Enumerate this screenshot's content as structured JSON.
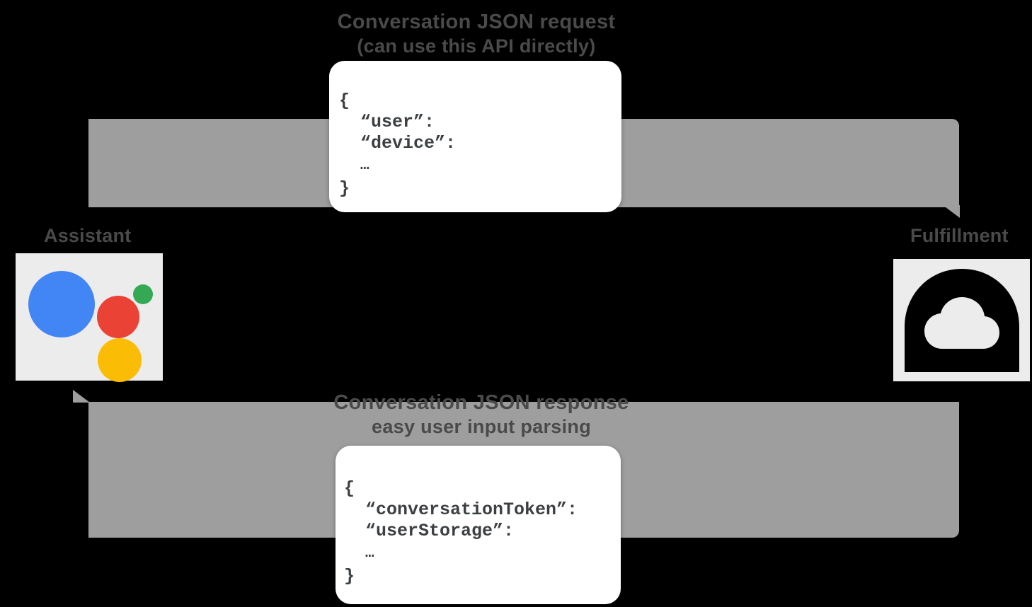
{
  "diagram": {
    "title_visible": false,
    "background_color": "#000000",
    "band_color": "#9e9e9e",
    "text_color": "#4a4a4a"
  },
  "endpoints": {
    "assistant": {
      "label": "Assistant",
      "icon": "google-assistant-icon",
      "tile_color": "#ececec",
      "dots": [
        {
          "name": "blue-dot",
          "color": "#4285f4"
        },
        {
          "name": "red-dot",
          "color": "#ea4335"
        },
        {
          "name": "yellow-dot",
          "color": "#fbbc05"
        },
        {
          "name": "green-dot",
          "color": "#34a853"
        }
      ]
    },
    "fulfillment": {
      "label": "Fulfillment",
      "icon": "cloud-functions-icon",
      "tile_color": "#ececec",
      "mark_color": "#000000"
    }
  },
  "flows": {
    "request": {
      "caption_line1": "Conversation JSON request",
      "caption_line2": "(can use this API directly)",
      "direction": "assistant-to-fulfillment",
      "json": {
        "open_brace": "{",
        "keys": [
          "“user”:",
          "“device”:"
        ],
        "ellipsis": "…",
        "close_brace": "}"
      }
    },
    "response": {
      "caption_line1": "Conversation JSON response",
      "caption_line2": "easy user input parsing",
      "direction": "fulfillment-to-assistant",
      "json": {
        "open_brace": "{",
        "keys": [
          "“conversationToken”:",
          "“userStorage”:"
        ],
        "ellipsis": "…",
        "close_brace": "}"
      }
    }
  }
}
